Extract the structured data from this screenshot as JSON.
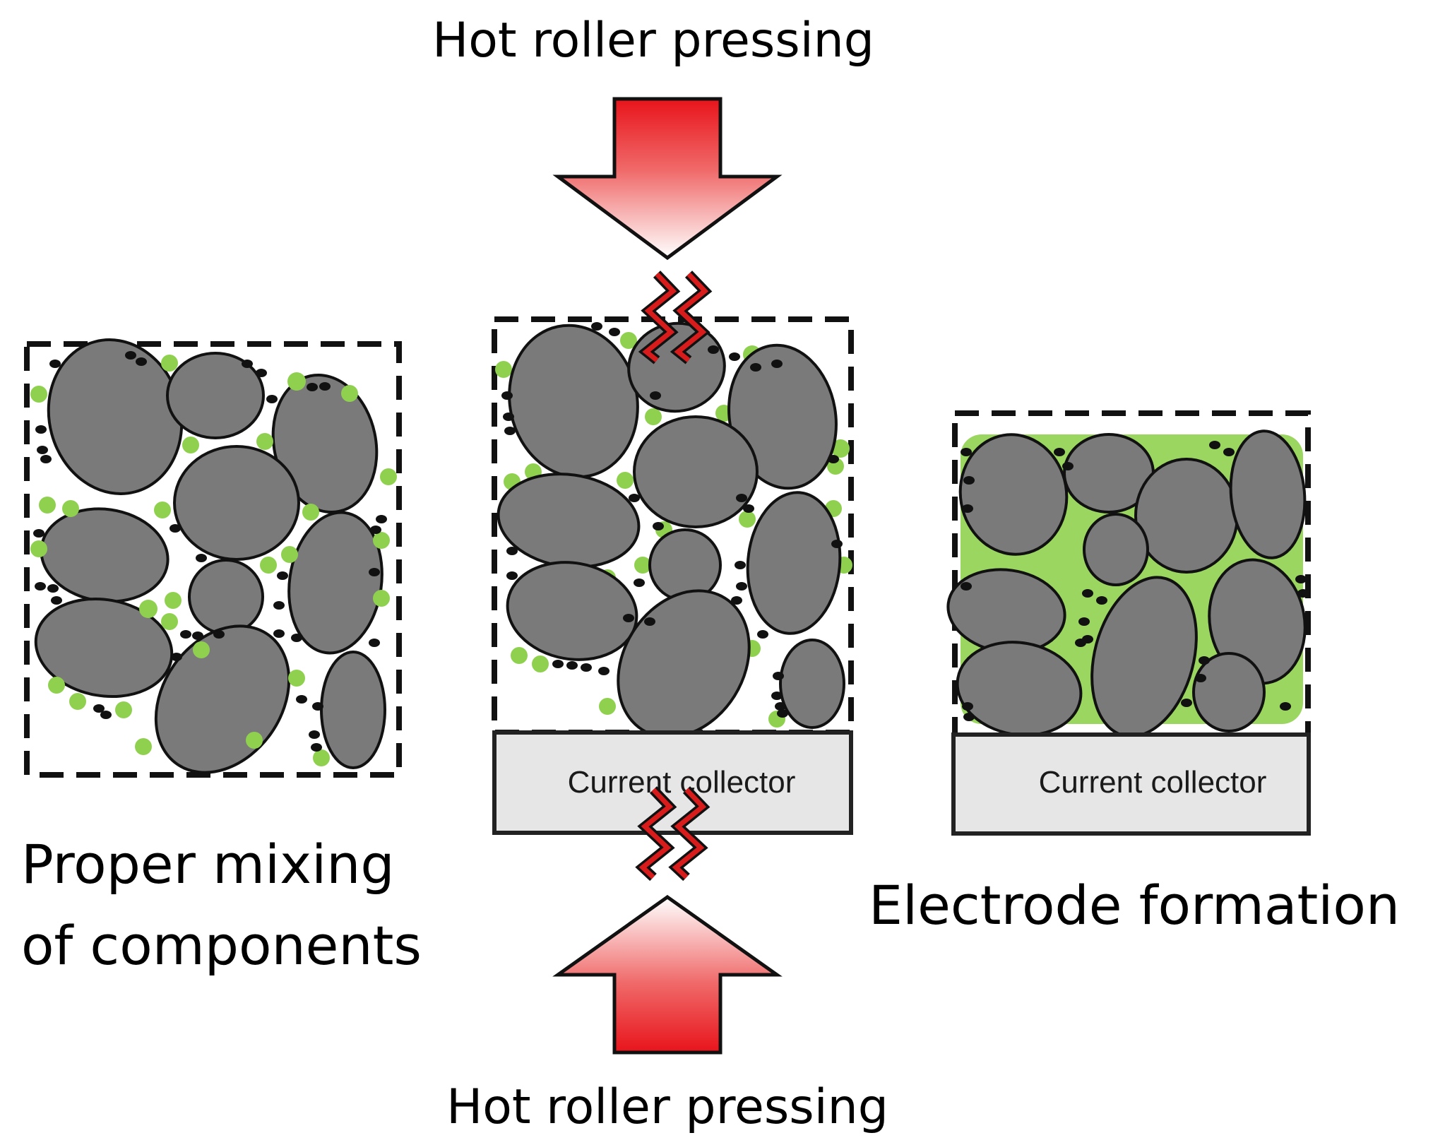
{
  "labels": {
    "top_press": "Hot roller pressing",
    "bottom_press": "Hot roller pressing",
    "mixing_line1": "Proper mixing",
    "mixing_line2": "of components",
    "formation": "Electrode formation",
    "collector_middle": "Current collector",
    "collector_right": "Current collector"
  },
  "colors": {
    "arrow_red": "#e8141b",
    "particle_gray": "#7a7a7a",
    "binder_green": "#8fd14f",
    "carbon_black": "#111111",
    "collector_fill": "#e6e6e6"
  }
}
